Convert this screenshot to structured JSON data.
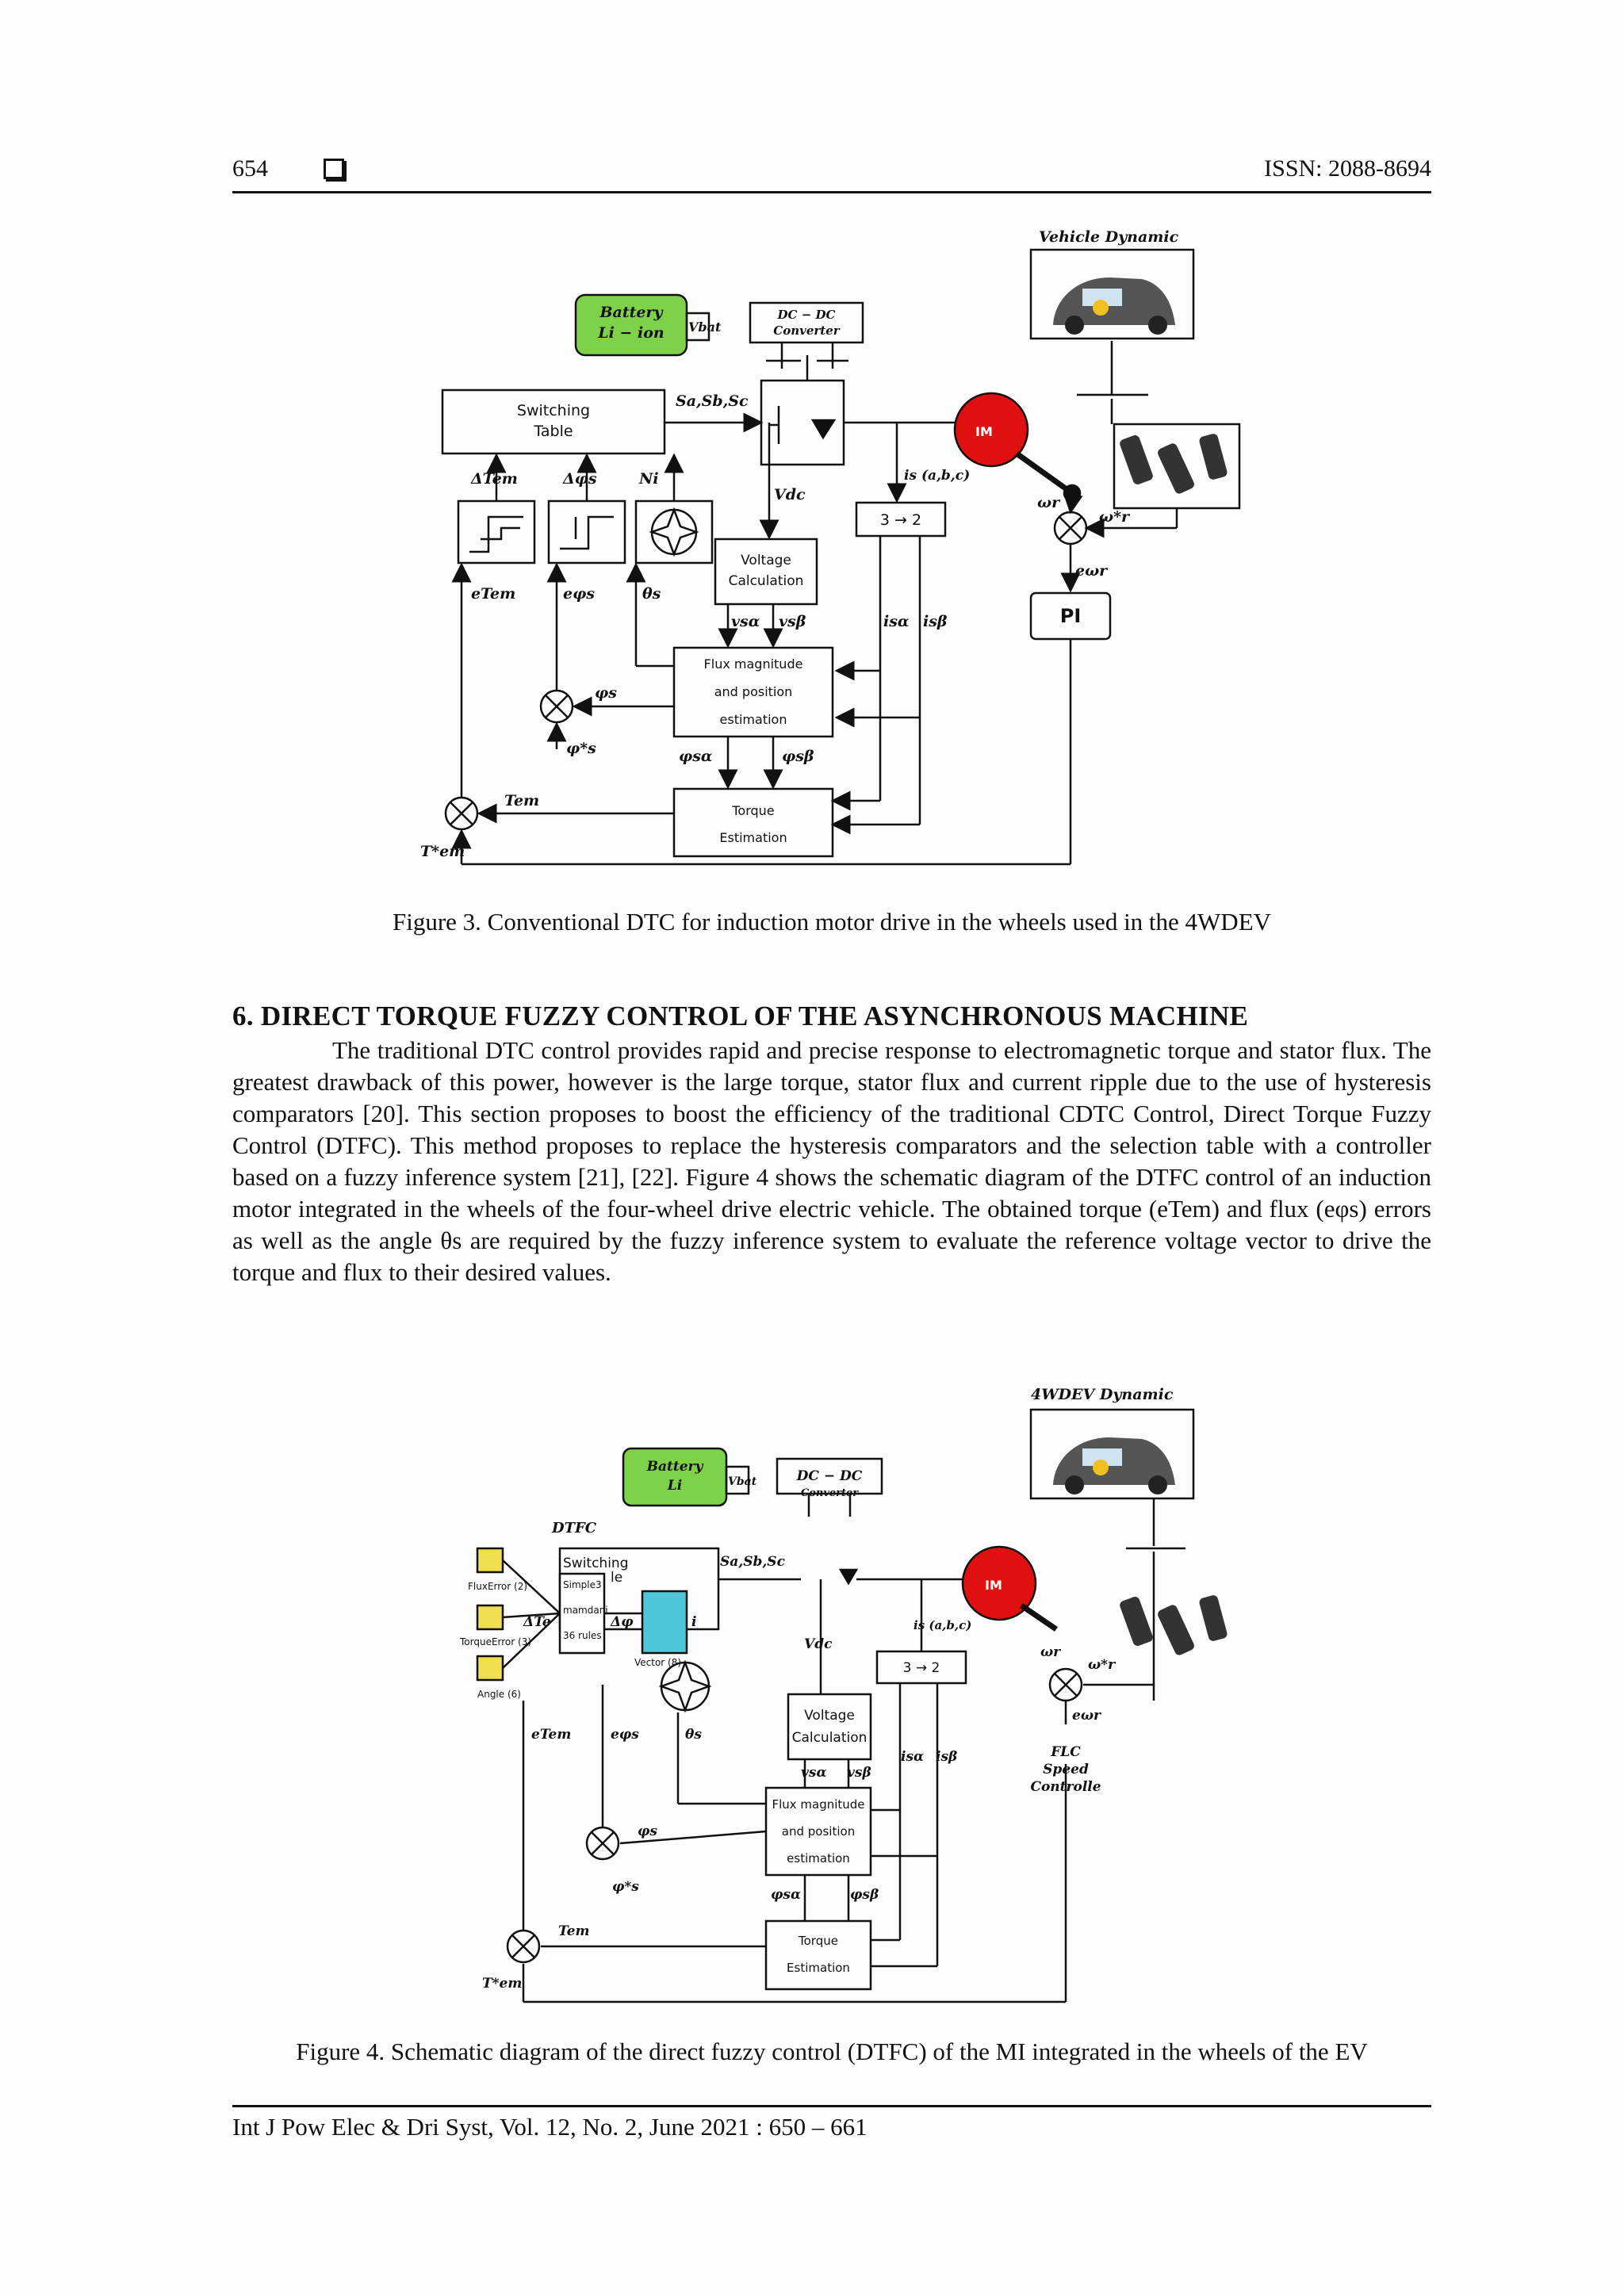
{
  "header": {
    "page_number": "654",
    "issn": "ISSN: 2088-8694"
  },
  "figure3": {
    "caption": "Figure 3. Conventional DTC for induction motor drive in the wheels used in the 4WDEV",
    "labels": {
      "vehicle_dynamic": "Vehicle Dynamic",
      "battery_1": "Battery",
      "battery_2": "Li − ion",
      "vbat": "Vbat",
      "dcdc_1": "DC − DC",
      "dcdc_2": "Converter",
      "switching_1": "Switching",
      "switching_2": "Table",
      "sasbsc": "Sa,Sb,Sc",
      "im": "IM",
      "d_tem": "ΔTem",
      "d_phis": "Δφs",
      "ni": "Ni",
      "vdc": "Vdc",
      "is_abc": "is (a,b,c)",
      "wr": "ωr",
      "wr_star": "ω*r",
      "ewr": "eωr",
      "pi": "PI",
      "three_two": "3 → 2",
      "volt_1": "Voltage",
      "volt_2": "Calculation",
      "e_tem": "eTem",
      "e_phis": "eφs",
      "theta_s": "θs",
      "vsa": "vsα",
      "vsb": "vsβ",
      "isa": "isα",
      "isb": "isβ",
      "flux_1": "Flux magnitude",
      "flux_2": "and position",
      "flux_3": "estimation",
      "phis": "φs",
      "phis_star": "φ*s",
      "phisa": "φsα",
      "phisb": "φsβ",
      "torque_1": "Torque",
      "torque_2": "Estimation",
      "tem": "Tem",
      "tem_star": "T*em"
    }
  },
  "section": {
    "title": "6.    DIRECT TORQUE FUZZY CONTROL OF THE ASYNCHRONOUS MACHINE",
    "paragraph": "The traditional DTC control provides rapid and precise response to electromagnetic torque and stator flux. The greatest drawback of this power, however is the large torque, stator flux and current ripple due to the use of hysteresis comparators [20]. This section proposes to boost the efficiency of the traditional CDTC Control, Direct Torque Fuzzy Control (DTFC). This method proposes to replace the hysteresis comparators and the selection table with a controller based on a fuzzy inference system [21], [22]. Figure 4 shows the schematic diagram of the DTFC control of an induction motor integrated in the wheels of the four-wheel drive electric vehicle. The obtained torque (eTem) and flux (eφs) errors as well as the angle θs are required by the fuzzy inference system to evaluate the reference voltage vector to drive the torque and flux to their desired values."
  },
  "figure4": {
    "caption": "Figure 4. Schematic diagram of the direct fuzzy control (DTFC) of the MI integrated in the wheels of the EV",
    "labels": {
      "vehicle_dynamic": "4WDEV Dynamic",
      "battery_1": "Battery",
      "battery_2": "Li",
      "vbat": "Vbat",
      "dcdc_1": "DC − DC",
      "dcdc_2": "Converter",
      "dtfc": "DTFC",
      "switching_1": "Switching",
      "switching_2": "le",
      "sasbsc": "Sa,Sb,Sc",
      "im": "IM",
      "flux_error": "FluxError (2)",
      "torque_error": "TorqueError (3)",
      "angle": "Angle (6)",
      "simple3": "Simple3",
      "mamdani": "mamdani",
      "rules": "36 rules",
      "vector": "Vector (8)",
      "d_tem": "ΔTe",
      "d_phis": "Δφ",
      "ni": "i",
      "vdc": "Vdc",
      "is_abc": "is (a,b,c)",
      "wr": "ωr",
      "wr_star": "ω*r",
      "ewr": "eωr",
      "flc_1": "FLC",
      "flc_2": "Speed",
      "flc_3": "Controlle",
      "three_two": "3 → 2",
      "volt_1": "Voltage",
      "volt_2": "Calculation",
      "e_tem": "eTem",
      "e_phis": "eφs",
      "theta_s": "θs",
      "vsa": "vsα",
      "vsb": "vsβ",
      "isa": "isα",
      "isb": "isβ",
      "flux_1": "Flux magnitude",
      "flux_2": "and position",
      "flux_3": "estimation",
      "phis": "φs",
      "phis_star": "φ*s",
      "phisa": "φsα",
      "phisb": "φsβ",
      "torque_1": "Torque",
      "torque_2": "Estimation",
      "tem": "Tem",
      "tem_star": "T*em"
    }
  },
  "footer": {
    "citation": "Int J Pow Elec & Dri Syst, Vol. 12, No. 2, June 2021 :  650 – 661"
  }
}
